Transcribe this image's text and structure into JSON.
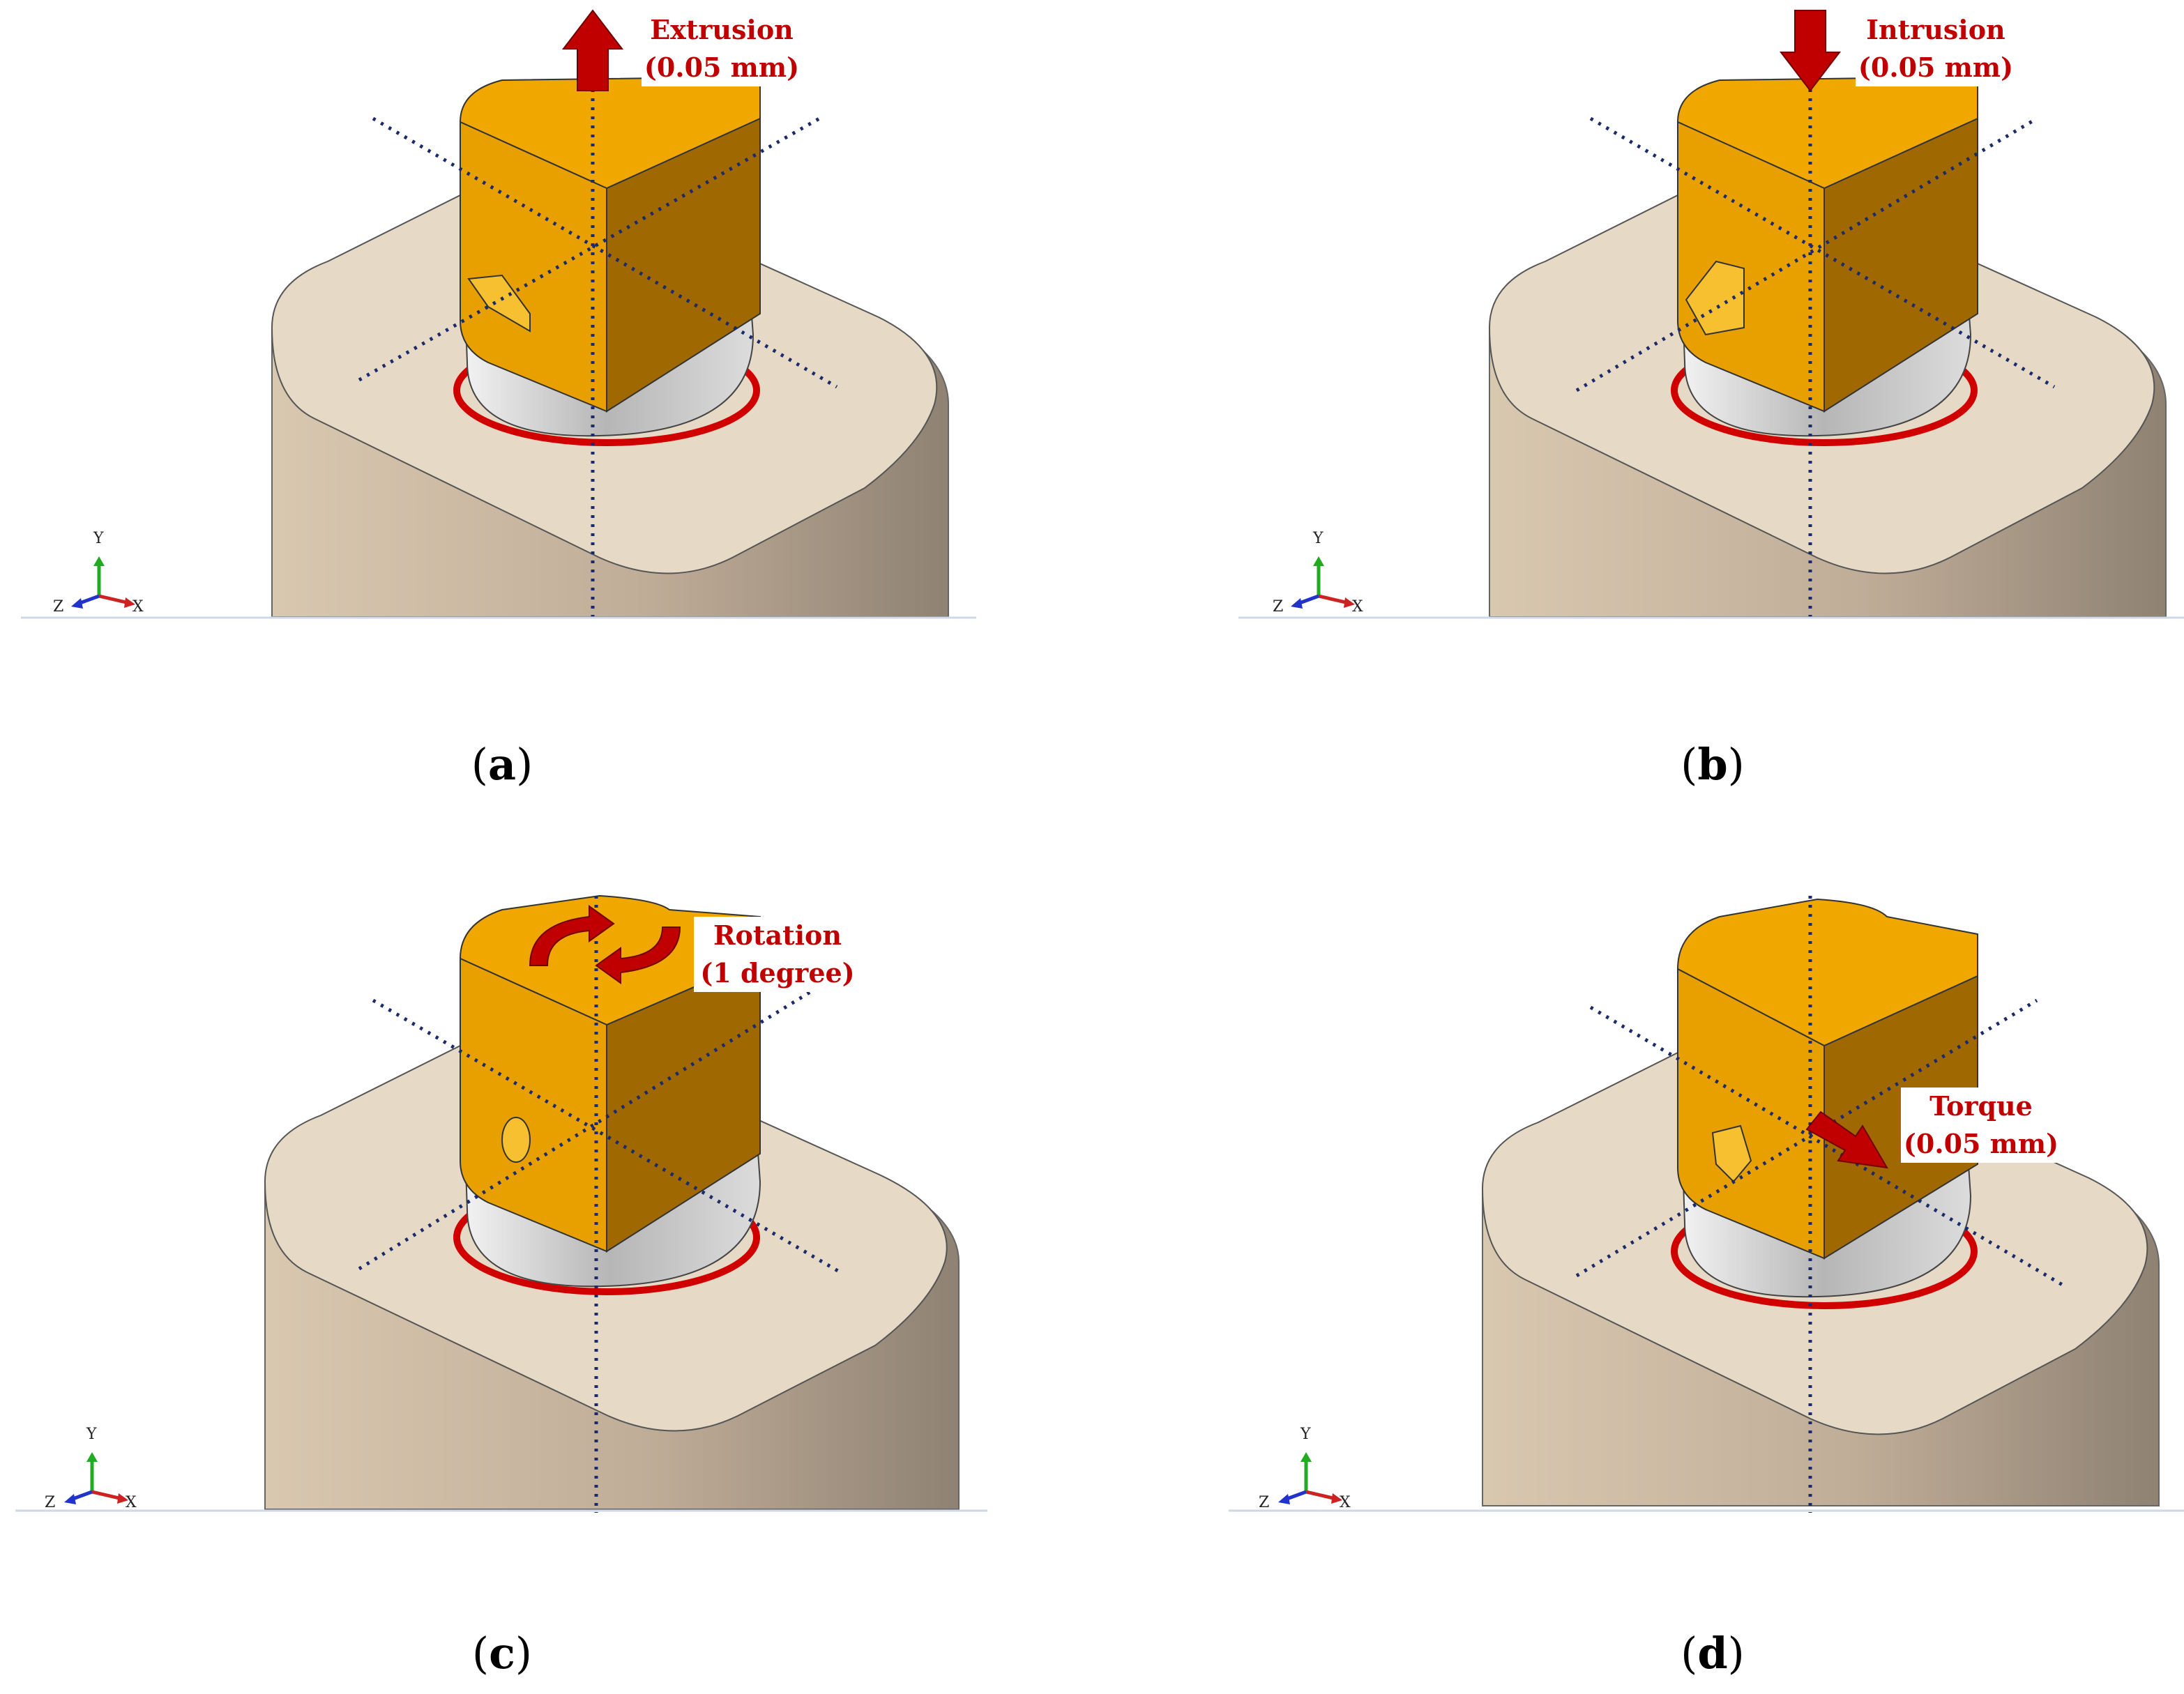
{
  "panels": [
    {
      "id": "a",
      "caption_letter": "a",
      "load": {
        "name": "Extrusion",
        "value": "(0.05 mm)",
        "arrow": "up",
        "color": "#c00000"
      }
    },
    {
      "id": "b",
      "caption_letter": "b",
      "load": {
        "name": "Intrusion",
        "value": "(0.05 mm)",
        "arrow": "down",
        "color": "#c00000"
      }
    },
    {
      "id": "c",
      "caption_letter": "c",
      "load": {
        "name": "Rotation",
        "value": "(1 degree)",
        "arrow": "circular",
        "color": "#c00000"
      }
    },
    {
      "id": "d",
      "caption_letter": "d",
      "load": {
        "name": "Torque",
        "value": "(0.05 mm)",
        "arrow": "diagonal",
        "color": "#c00000"
      }
    }
  ],
  "triad": {
    "y": "Y",
    "z": "Z",
    "x": "X"
  },
  "colors": {
    "tooth": "#e4d6c2",
    "tooth_side": "#9a8a7a",
    "bracket": "#e8a000",
    "bracket_dark": "#a86e00",
    "band": "#b8b8b8",
    "cement": "#d00000",
    "axis_dots": "#1a2a6a"
  }
}
